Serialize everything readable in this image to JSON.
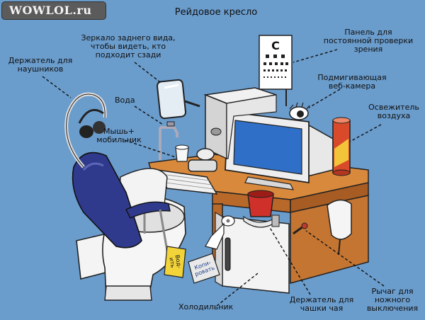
{
  "watermark": "WOWLOL.ru",
  "title": "Рейдовое кресло",
  "labels": {
    "headphones": "Держатель для\nнаушников",
    "mirror": "Зеркало заднего вида,\nчтобы видеть, кто\nподходит сзади",
    "water": "Вода",
    "mouse": "Мышь+\nмобильник",
    "eye_chart": "Панель для\nпостоянной проверки\nзрения",
    "webcam": "Подмигивающая\nвеб-камера",
    "air_freshener": "Освежитель\nвоздуха",
    "fridge": "Холодильник",
    "cup_holder": "Держатель для\nчашки чая",
    "pedal": "Рычаг для\nножного\nвыключения"
  },
  "signs": {
    "left": "Вод-\nить",
    "right": "Копи-\nровать"
  },
  "eye_chart_letter": "C"
}
